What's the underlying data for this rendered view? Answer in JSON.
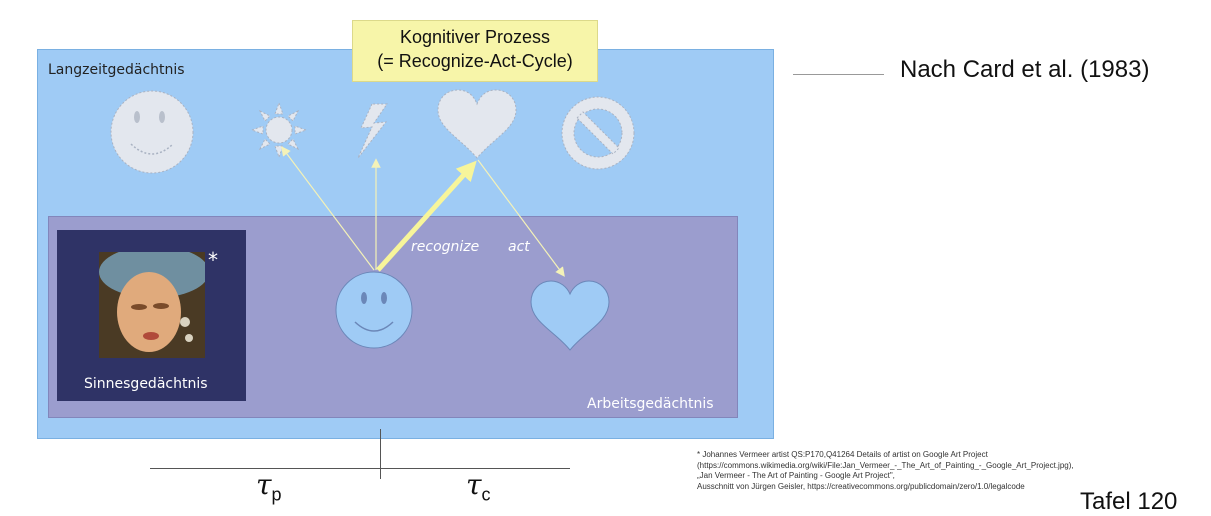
{
  "long_term_memory": {
    "label": "Langzeitgedächtnis"
  },
  "working_memory": {
    "label": "Arbeitsgedächtnis"
  },
  "sensory_memory": {
    "label": "Sinnesgedächtnis",
    "asterisk": "*"
  },
  "cognitive_process": {
    "title": "Kognitiver Prozess",
    "subtitle": "(= Recognize-Act-Cycle)"
  },
  "arrows": {
    "recognize_label": "recognize",
    "act_label": "act"
  },
  "source": {
    "text": "Nach Card et al. (1983)"
  },
  "timeline": {
    "tau_p_symbol": "τ",
    "tau_p_sub": "p",
    "tau_c_symbol": "τ",
    "tau_c_sub": "c"
  },
  "footnote": {
    "text": "*   Johannes Vermeer artist QS:P170,Q41264 Details of artist on Google Art Project\n     (https://commons.wikimedia.org/wiki/File:Jan_Vermeer_-_The_Art_of_Painting_-_Google_Art_Project.jpg),\n     „Jan Vermeer - The Art of Painting - Google Art Project\",\n     Ausschnitt von Jürgen Geisler, https://creativecommons.org/publicdomain/zero/1.0/legalcode"
  },
  "page_number": "Tafel 120",
  "icons": {
    "ltm": [
      "smiley-icon",
      "sun-icon",
      "lightning-icon",
      "heart-icon",
      "prohibited-icon"
    ],
    "wm": [
      "smiley-icon",
      "heart-icon"
    ]
  },
  "colors": {
    "ltm_bg": "#9fcbf5",
    "wm_bg": "#9b9dce",
    "sensory_bg": "#2f3366",
    "process_bg": "#f7f5a9",
    "arrow_thin": "#f4f2b8",
    "arrow_thick": "#f7f59a",
    "icon_fill": "#e3e7ee",
    "wm_icon_fill": "#9fcbf5"
  }
}
